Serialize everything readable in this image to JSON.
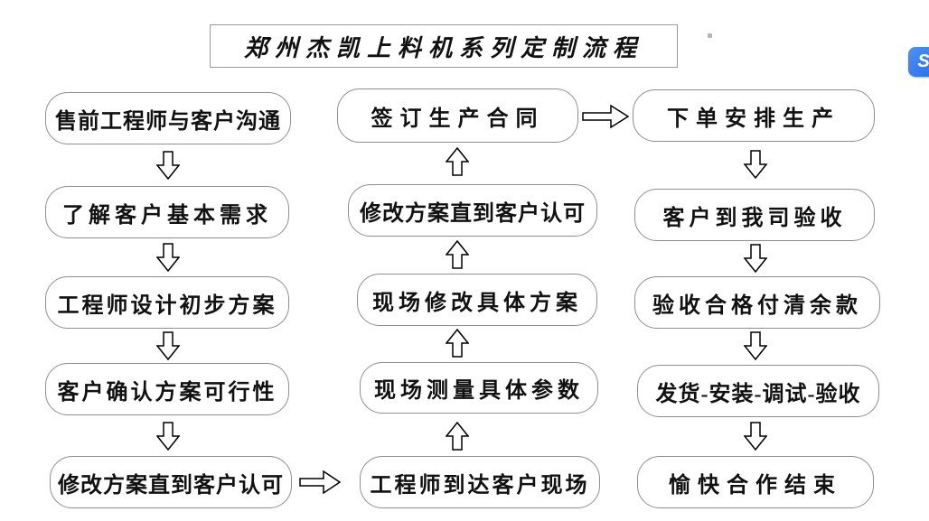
{
  "title": "郑州杰凯上料机系列定制流程",
  "flow": {
    "left_column": {
      "direction": "top-down",
      "steps": [
        "售前工程师与客户沟通",
        "了解客户基本需求",
        "工程师设计初步方案",
        "客户确认方案可行性",
        "修改方案直到客户认可"
      ]
    },
    "middle_column": {
      "direction": "bottom-up",
      "steps": [
        "签订生产合同",
        "修改方案直到客户认可",
        "现场修改具体方案",
        "现场测量具体参数",
        "工程师到达客户现场"
      ]
    },
    "right_column": {
      "direction": "top-down",
      "steps": [
        "下单安排生产",
        "客户到我司验收",
        "验收合格付清余款",
        "发货-安装-调试-验收",
        "愉快合作结束"
      ]
    }
  },
  "floating_widget": {
    "glyph": "S",
    "color": "#2e7bf0"
  },
  "colors": {
    "box_border": "#8f8f8f",
    "arrow_stroke": "#000000",
    "text": "#111111",
    "background": "#ffffff"
  }
}
